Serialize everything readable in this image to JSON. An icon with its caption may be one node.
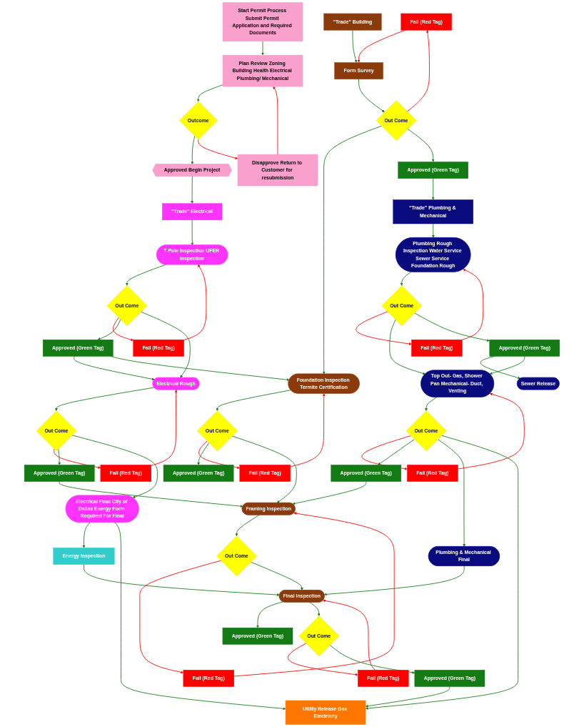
{
  "diagram": {
    "nodes": [
      {
        "text": [
          "Start Permit Process Submit Permit Application and Required Documents"
        ]
      },
      {
        "text": [
          "Plan Review Zoning Building Health Electrical Plumbing/ Mechanical"
        ]
      },
      {
        "text": [
          "Outcome"
        ]
      },
      {
        "text": [
          "Approved Begin Project"
        ]
      },
      {
        "text": [
          "Disapprove Return to Customer for resubmission"
        ]
      },
      {
        "text": [
          "Fail (Red Tag)"
        ]
      },
      {
        "text": [
          "Fail (Red Tag)"
        ]
      },
      {
        "text": [
          "Electrical Final City of Dallas Energy Form Required For Final"
        ]
      },
      {
        "text": [
          "“Trade” Electrical"
        ]
      },
      {
        "text": [
          "T-Pole Inspection UFER Inspection"
        ]
      },
      {
        "text": [
          "Out Come"
        ]
      },
      {
        "text": [
          "Electrical Rough"
        ]
      },
      {
        "text": [
          "Out Come"
        ]
      },
      {
        "text": [
          "Approved (Green Tag)"
        ]
      },
      {
        "text": [
          "Energy Inspection"
        ]
      },
      {
        "text": [
          "Approved (Green Tag)"
        ]
      },
      {
        "text": [
          "Fail (Red Tag)"
        ]
      },
      {
        "text": [
          "Fail (Red Tag)"
        ]
      },
      {
        "text": [
          "Fail (Red Tag)"
        ]
      },
      {
        "text": [
          "Final Inspection"
        ]
      },
      {
        "text": [
          "“Trade” Building"
        ]
      },
      {
        "text": [
          "Form Survey"
        ]
      },
      {
        "text": [
          "Out Come"
        ]
      },
      {
        "text": [
          "Foundation Inspection Termite Certification"
        ]
      },
      {
        "text": [
          "Out Come"
        ]
      },
      {
        "text": [
          "Framing Inspection"
        ]
      },
      {
        "text": [
          "Out Come"
        ]
      },
      {
        "text": [
          "Approved (Green Tag)"
        ]
      },
      {
        "text": [
          "Approved (Green Tag)"
        ]
      },
      {
        "text": [
          "Approved (Green Tag)"
        ]
      },
      {
        "text": [
          "Fail (Red Tag)"
        ]
      },
      {
        "text": [
          "Out Come"
        ]
      },
      {
        "text": [
          "“Trade” Plumbing & Mechanical"
        ]
      },
      {
        "text": [
          "Fail (Red Tag)"
        ]
      },
      {
        "text": [
          "Plumbing & Mechanical Final"
        ]
      },
      {
        "text": [
          "Approved (Green Tag)"
        ]
      },
      {
        "text": [
          "Approved (Green Tag)"
        ]
      },
      {
        "text": [
          "Plumbing Rough Inspection Water Service Sewer Service Foundation Rough"
        ]
      },
      {
        "text": [
          "Out Come"
        ]
      },
      {
        "text": [
          "Top Out- Gas, Shower Pan Mechanical- Duct, Venting"
        ]
      },
      {
        "text": [
          "Out Come"
        ]
      },
      {
        "text": [
          "Fail (Red Tag)"
        ]
      },
      {
        "text": [
          "Utility Release Gas Electricity"
        ]
      },
      {
        "text": [
          "Approved (Green Tag)"
        ]
      },
      {
        "text": [
          "Sewer Release"
        ]
      }
    ],
    "edges": [
      {
        "from": 0,
        "to": 1,
        "arrow": "to"
      },
      {
        "from": 1,
        "to": 2,
        "arrow": "to"
      },
      {
        "from": 2,
        "to": 3,
        "arrow": "to"
      },
      {
        "from": 2,
        "to": 4,
        "arrow": "to",
        "color": "#ff0000"
      },
      {
        "from": 4,
        "to": 1,
        "arrow": "to",
        "color": "#ff0000"
      },
      {
        "from": 3,
        "to": 8,
        "arrow": "to"
      },
      {
        "from": 8,
        "to": 9,
        "arrow": "to"
      },
      {
        "from": 9,
        "to": 10,
        "arrow": "to"
      },
      {
        "from": 10,
        "to": 6,
        "arrow": "to",
        "color": "#ff0000"
      },
      {
        "from": 6,
        "to": 9,
        "arrow": "to",
        "color": "#ff0000"
      },
      {
        "from": 10,
        "to": 13,
        "arrow": "to"
      },
      {
        "from": 10,
        "to": 11,
        "arrow": "to"
      },
      {
        "from": 13,
        "to": 11,
        "arrow": "to"
      },
      {
        "from": 13,
        "to": 23,
        "arrow": "to"
      },
      {
        "from": 11,
        "to": 12,
        "arrow": "to"
      },
      {
        "from": 12,
        "to": 5,
        "arrow": "to",
        "color": "#ff0000"
      },
      {
        "from": 5,
        "to": 11,
        "arrow": "to",
        "color": "#ff0000"
      },
      {
        "from": 12,
        "to": 15,
        "arrow": "to"
      },
      {
        "from": 12,
        "to": 7,
        "arrow": "to"
      },
      {
        "from": 15,
        "to": 25,
        "arrow": "to"
      },
      {
        "from": 7,
        "to": 14,
        "arrow": "to"
      },
      {
        "from": 14,
        "to": 19,
        "arrow": "to"
      },
      {
        "from": 7,
        "to": 42,
        "arrow": "to"
      },
      {
        "from": 20,
        "to": 21,
        "arrow": "to"
      },
      {
        "from": 21,
        "to": 22,
        "arrow": "to"
      },
      {
        "from": 22,
        "to": 16,
        "arrow": "to",
        "color": "#ff0000"
      },
      {
        "from": 16,
        "to": 21,
        "arrow": "to",
        "color": "#ff0000"
      },
      {
        "from": 22,
        "to": 23,
        "arrow": "to"
      },
      {
        "from": 22,
        "to": 27,
        "arrow": "to"
      },
      {
        "from": 27,
        "to": 32,
        "arrow": "to"
      },
      {
        "from": 23,
        "to": 24,
        "arrow": "to"
      },
      {
        "from": 24,
        "to": 17,
        "arrow": "to",
        "color": "#ff0000"
      },
      {
        "from": 17,
        "to": 23,
        "arrow": "to",
        "color": "#ff0000"
      },
      {
        "from": 24,
        "to": 28,
        "arrow": "to"
      },
      {
        "from": 24,
        "to": 25,
        "arrow": "to"
      },
      {
        "from": 25,
        "to": 26,
        "arrow": "to"
      },
      {
        "from": 26,
        "to": 18,
        "arrow": "to",
        "color": "#ff0000"
      },
      {
        "from": 18,
        "to": 25,
        "arrow": "to",
        "color": "#ff0000"
      },
      {
        "from": 26,
        "to": 19,
        "arrow": "to"
      },
      {
        "from": 19,
        "to": 29,
        "arrow": "to"
      },
      {
        "from": 19,
        "to": 31,
        "arrow": "to"
      },
      {
        "from": 31,
        "to": 30,
        "arrow": "to",
        "color": "#ff0000"
      },
      {
        "from": 30,
        "to": 19,
        "arrow": "to",
        "color": "#ff0000"
      },
      {
        "from": 31,
        "to": 35,
        "arrow": "to"
      },
      {
        "from": 35,
        "to": 42,
        "arrow": "to"
      },
      {
        "from": 34,
        "to": 19,
        "arrow": "to"
      },
      {
        "from": 32,
        "to": 37,
        "arrow": "to"
      },
      {
        "from": 37,
        "to": 38,
        "arrow": "to"
      },
      {
        "from": 38,
        "to": 33,
        "arrow": "to",
        "color": "#ff0000"
      },
      {
        "from": 33,
        "to": 37,
        "arrow": "to",
        "color": "#ff0000"
      },
      {
        "from": 38,
        "to": 39,
        "arrow": "to"
      },
      {
        "from": 38,
        "to": 43,
        "arrow": "to"
      },
      {
        "from": 43,
        "to": 44,
        "arrow": "to"
      },
      {
        "from": 43,
        "to": 39,
        "arrow": "to"
      },
      {
        "from": 39,
        "to": 40,
        "arrow": "to"
      },
      {
        "from": 40,
        "to": 41,
        "arrow": "to",
        "color": "#ff0000"
      },
      {
        "from": 41,
        "to": 39,
        "arrow": "to",
        "color": "#ff0000"
      },
      {
        "from": 40,
        "to": 36,
        "arrow": "to"
      },
      {
        "from": 36,
        "to": 25,
        "arrow": "to"
      },
      {
        "from": 40,
        "to": 34,
        "arrow": "to"
      },
      {
        "from": 40,
        "to": 42,
        "arrow": "to"
      }
    ]
  }
}
